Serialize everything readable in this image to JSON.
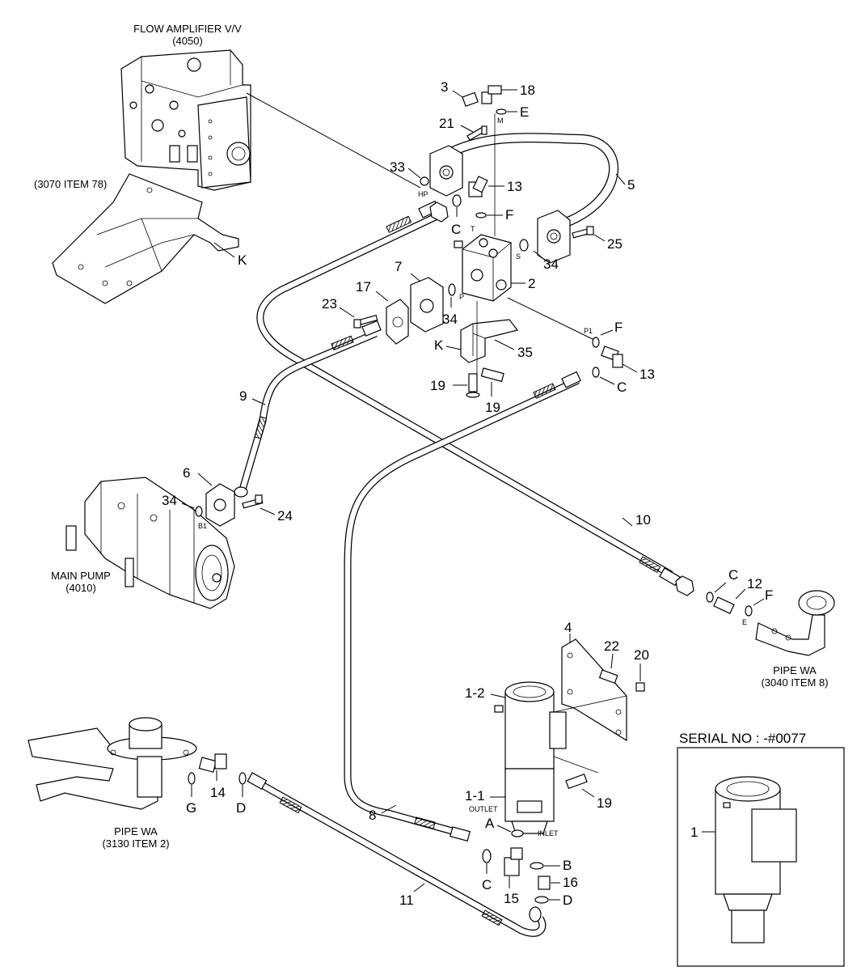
{
  "assemblies": {
    "flow_amplifier": {
      "name": "FLOW AMPLIFIER V/V",
      "ref": "(4050)"
    },
    "bracket_ref": "(3070 ITEM 78)",
    "main_pump": {
      "name": "MAIN PUMP",
      "ref": "(4010)"
    },
    "pipe_wa_right": {
      "name": "PIPE WA",
      "ref": "(3040 ITEM 8)"
    },
    "pipe_wa_left": {
      "name": "PIPE WA",
      "ref": "(3130 ITEM 2)"
    }
  },
  "serial_box": {
    "title": "SERIAL NO : -#0077",
    "callout": "1"
  },
  "port_labels": {
    "m": "M",
    "hp": "HP",
    "t": "T",
    "s": "S",
    "p": "P",
    "p1": "P1",
    "b1": "B1",
    "e": "E",
    "outlet": "OUTLET",
    "inlet": "INLET"
  },
  "callouts": {
    "c3": "3",
    "c18": "18",
    "cE_top": "E",
    "c21": "21",
    "c33": "33",
    "c13_top": "13",
    "c5": "5",
    "cC_top": "C",
    "cF_top": "F",
    "c25": "25",
    "c34_right": "34",
    "c2": "2",
    "c7": "7",
    "c17": "17",
    "c23": "23",
    "c34_mid": "34",
    "cK_bracket": "K",
    "cK_valve": "K",
    "c35": "35",
    "cF_p1": "F",
    "c13_right": "13",
    "c19_a": "19",
    "c19_b": "19",
    "cC_right": "C",
    "c9": "9",
    "c6": "6",
    "c34_pump": "34",
    "c24": "24",
    "c10": "10",
    "cC_pipe": "C",
    "c12": "12",
    "cF_pipe": "F",
    "c4": "4",
    "c22": "22",
    "c20": "20",
    "c1_2": "1-2",
    "c1_1": "1-1",
    "c19_filter": "19",
    "cG": "G",
    "c14": "14",
    "cD_left": "D",
    "c8": "8",
    "cA": "A",
    "cB": "B",
    "c16": "16",
    "cC_bottom": "C",
    "c15": "15",
    "cD_bottom": "D",
    "c11": "11"
  }
}
